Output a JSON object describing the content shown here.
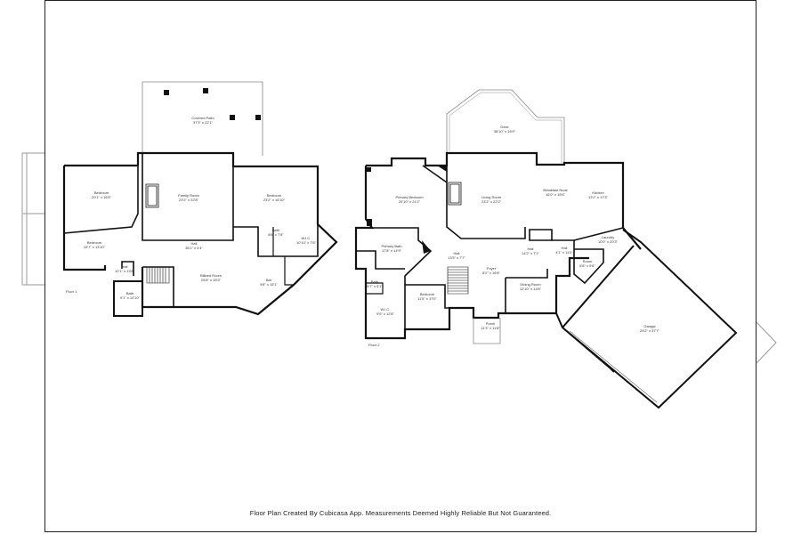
{
  "floors": [
    {
      "id": "floor1",
      "label": "Floor 1",
      "rooms": [
        {
          "key": "covered-patio",
          "name": "Covered Patio",
          "dims": "37'3\" x 22'1\""
        },
        {
          "key": "bedroom-a",
          "name": "Bedroom",
          "dims": "20'1\" x 16'5\""
        },
        {
          "key": "family-room",
          "name": "Family Room",
          "dims": "23'2\" x 22'8\""
        },
        {
          "key": "bedroom-b",
          "name": "Bedroom",
          "dims": "23'2\" x 16'10\""
        },
        {
          "key": "bedroom-c",
          "name": "Bedroom",
          "dims": "15'7\" x 13'10\""
        },
        {
          "key": "bath-a",
          "name": "Bath",
          "dims": "8'6\" x 7'6\""
        },
        {
          "key": "wic-a",
          "name": "W.I.C.",
          "dims": "10'10\" x 7'6\""
        },
        {
          "key": "hall-a",
          "name": "Hall",
          "dims": "36'1\" x 4'4\""
        },
        {
          "key": "hall-b",
          "name": "Hall",
          "dims": "10'1\" x 13'8\""
        },
        {
          "key": "billiard-room",
          "name": "Billiard Room",
          "dims": "26'8\" x 18'3\""
        },
        {
          "key": "bar",
          "name": "Bar",
          "dims": "9'8\" x 15'1\""
        },
        {
          "key": "bath-b",
          "name": "Bath",
          "dims": "9'1\" x 10'10\""
        }
      ]
    },
    {
      "id": "floor2",
      "label": "Floor 2",
      "rooms": [
        {
          "key": "deck",
          "name": "Deck",
          "dims": "38'10\" x 16'9\""
        },
        {
          "key": "primary-bedroom",
          "name": "Primary Bedroom",
          "dims": "20'10\" x 21'2\""
        },
        {
          "key": "living-room",
          "name": "Living Room",
          "dims": "23'2\" x 22'2\""
        },
        {
          "key": "breakfast-nook",
          "name": "Breakfast Nook",
          "dims": "16'0\" x 15'6\""
        },
        {
          "key": "kitchen",
          "name": "Kitchen",
          "dims": "13'2\" x 17'3\""
        },
        {
          "key": "primary-bath",
          "name": "Primary Bath",
          "dims": "17'8\" x 14'9\""
        },
        {
          "key": "hall-c",
          "name": "Hall",
          "dims": "13'5\" x 7'7\""
        },
        {
          "key": "hall-d",
          "name": "Hall",
          "dims": "14'2\" x 7'1\""
        },
        {
          "key": "hall-e",
          "name": "Hall",
          "dims": "4'1\" x 11'0\""
        },
        {
          "key": "laundry",
          "name": "Laundry",
          "dims": "10'0\" x 20'3\""
        },
        {
          "key": "room",
          "name": "Room",
          "dims": "6'8\" x 9'6\""
        },
        {
          "key": "foyer",
          "name": "Foyer",
          "dims": "8'2\" x 16'8\""
        },
        {
          "key": "bath-c",
          "name": "Bath",
          "dims": "5'7\" x 5'1\""
        },
        {
          "key": "bedroom-d",
          "name": "Bedroom",
          "dims": "11'5\" x 17'0\""
        },
        {
          "key": "dining-room",
          "name": "Dining Room",
          "dims": "12'10\" x 14'8\""
        },
        {
          "key": "wic-b",
          "name": "W.I.C.",
          "dims": "9'0\" x 12'8\""
        },
        {
          "key": "porch",
          "name": "Porch",
          "dims": "11'3\" x 11'8\""
        },
        {
          "key": "garage",
          "name": "Garage",
          "dims": "29'2\" x 37'7\""
        }
      ]
    }
  ],
  "footer": "Floor Plan Created By Cubicasa App. Measurements Deemed Highly Reliable But Not Guaranteed."
}
